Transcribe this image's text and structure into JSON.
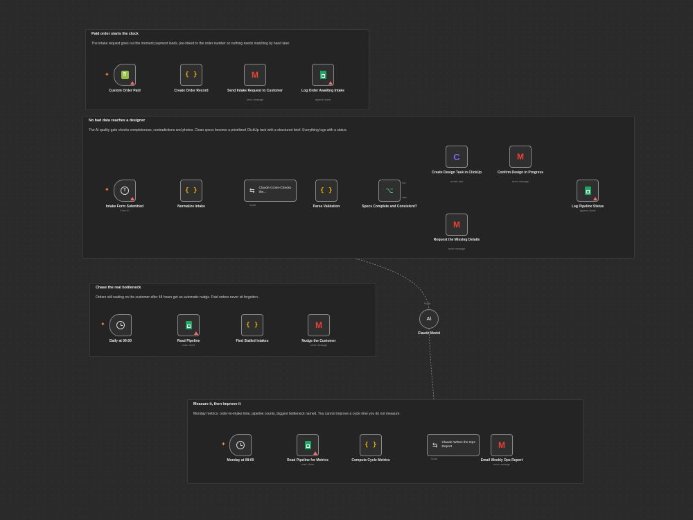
{
  "stickies": {
    "s1": {
      "title": "Paid order starts the clock",
      "desc": "The intake request goes out the moment payment lands, pre-linked to the order number so nothing needs matching by hand later."
    },
    "s2": {
      "title": "No bad data reaches a designer",
      "desc": "The AI quality gate checks completeness, contradictions and photos. Clean specs become a prioritized ClickUp task with a structured brief. Everything logs with a status."
    },
    "s3": {
      "title": "Chase the real bottleneck",
      "desc": "Orders still waiting on the customer after 48 hours get an automatic nudge. Paid orders never sit forgotten."
    },
    "s4": {
      "title": "Measure it, then improve it",
      "desc": "Monday metrics: order-to-intake time, pipeline counts, biggest bottleneck named. You cannot improve a cycle time you do not measure."
    }
  },
  "nodes": {
    "custom_order_paid": {
      "label": "Custom Order Paid",
      "icon": "shopify-icon"
    },
    "create_order_record": {
      "label": "Create Order Record",
      "icon": "code-icon"
    },
    "send_intake_request": {
      "label": "Send Intake Request to Customer",
      "sub": "send: message",
      "icon": "gmail-icon"
    },
    "log_order_awaiting": {
      "label": "Log Order Awaiting Intake",
      "sub": "append: sheet",
      "icon": "sheets-icon"
    },
    "intake_form_submitted": {
      "label": "Intake Form Submitted",
      "sub": "Form ID",
      "icon": "form-icon"
    },
    "normalize_intake": {
      "label": "Normalize Intake",
      "icon": "code-icon"
    },
    "claude_cross_checks": {
      "label": "Claude Cross-Checks the...",
      "icon": "chain-icon"
    },
    "parse_validation": {
      "label": "Parse Validation",
      "icon": "code-icon"
    },
    "specs_complete": {
      "label": "Specs Complete and Consistent?",
      "icon": "switch-icon"
    },
    "create_design_task": {
      "label": "Create Design Task in ClickUp",
      "sub": "create: task",
      "icon": "clickup-icon"
    },
    "confirm_design": {
      "label": "Confirm Design in Progress",
      "sub": "send: message",
      "icon": "gmail-icon"
    },
    "request_missing": {
      "label": "Request the Missing Details",
      "sub": "send: message",
      "icon": "gmail-icon"
    },
    "log_pipeline_status": {
      "label": "Log Pipeline Status",
      "sub": "append: sheet",
      "icon": "sheets-icon"
    },
    "claude_model": {
      "label": "Claude Model",
      "icon": "anthropic-icon"
    },
    "daily_0900": {
      "label": "Daily at 09:00",
      "icon": "clock-icon"
    },
    "read_pipeline": {
      "label": "Read Pipeline",
      "sub": "read: sheet",
      "icon": "sheets-icon"
    },
    "find_stalled": {
      "label": "Find Stalled Intakes",
      "icon": "code-icon"
    },
    "nudge_customer": {
      "label": "Nudge the Customer",
      "sub": "send: message",
      "icon": "gmail-icon"
    },
    "monday_0800": {
      "label": "Monday at 08:00",
      "icon": "clock-icon"
    },
    "read_pipeline_metrics": {
      "label": "Read Pipeline for Metrics",
      "sub": "read: sheet",
      "icon": "sheets-icon"
    },
    "compute_cycle": {
      "label": "Compute Cycle Metrics",
      "icon": "code-icon"
    },
    "claude_writes": {
      "label": "Claude Writes the Ops Report",
      "icon": "chain-icon"
    },
    "email_weekly": {
      "label": "Email Weekly Ops Report",
      "sub": "send: message",
      "icon": "gmail-icon"
    }
  },
  "glyphs": {
    "code": "{ }",
    "gmail": "M",
    "clickup": "C",
    "form": "T",
    "chain": "⇆",
    "switch": "⌥",
    "anthropic": "A\\",
    "bolt": "✦"
  },
  "handles": {
    "true": "true",
    "false": "false",
    "model": "Model"
  },
  "colors": {
    "canvas": "#2a2a2a",
    "sticky": "#242424",
    "node_border": "#8a8a8a",
    "wire": "#8c8c8c",
    "warning": "#ff6d6d",
    "trigger_bolt": "#ff8a3d"
  }
}
